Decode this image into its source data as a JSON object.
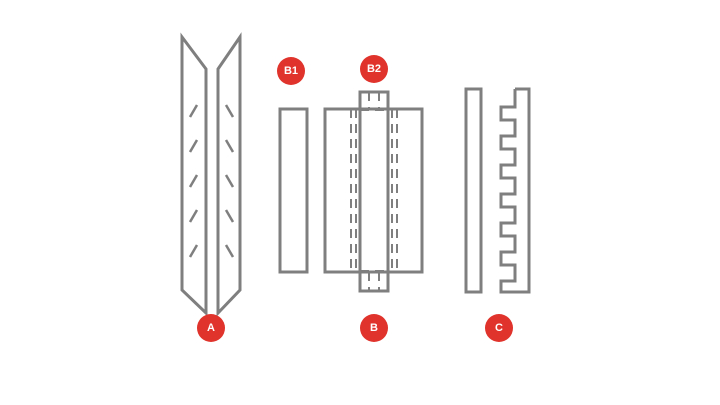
{
  "colors": {
    "stroke": "#7f7f7f",
    "badge": "#e0332b",
    "badge_text": "#ffffff",
    "background": "#ffffff"
  },
  "labels": {
    "a": "A",
    "b1": "B1",
    "b2": "B2",
    "b": "B",
    "c": "C"
  }
}
